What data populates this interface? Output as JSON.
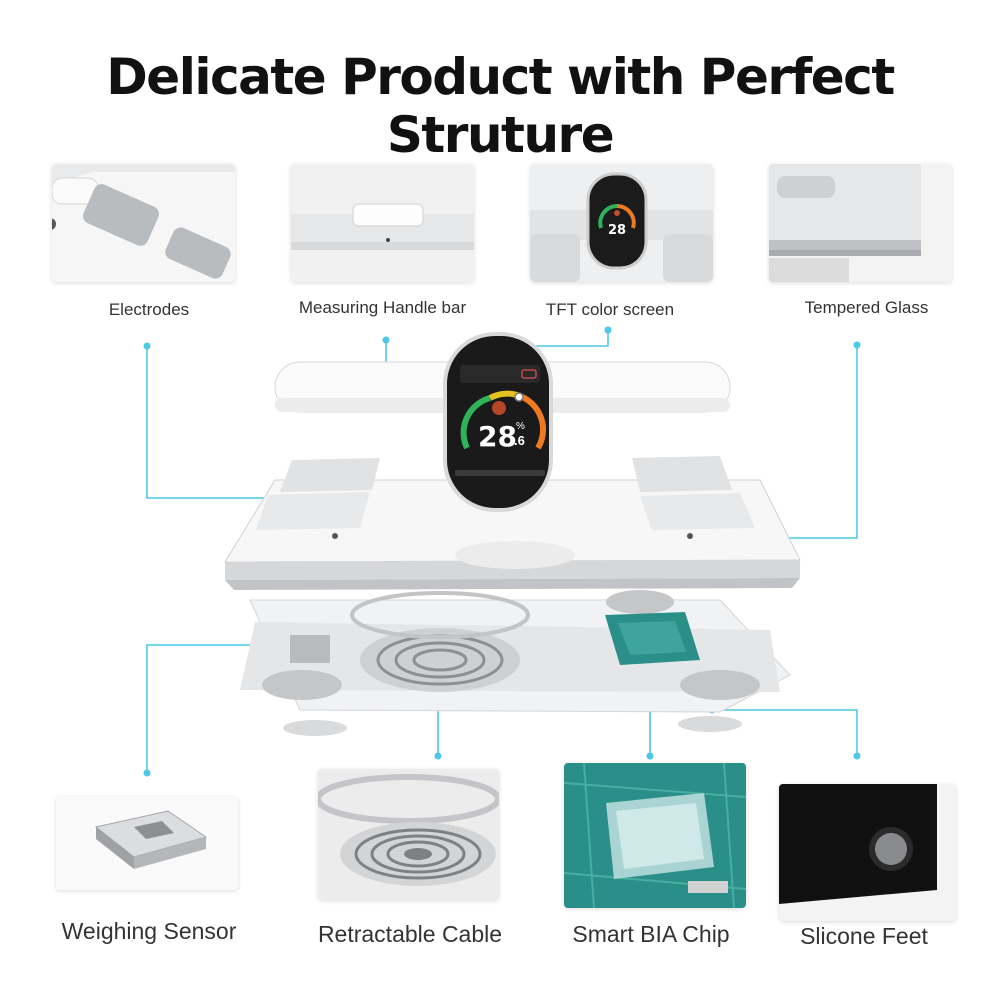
{
  "title": "Delicate Product with Perfect Struture",
  "features_top": [
    {
      "label": "Electrodes"
    },
    {
      "label": "Measuring Handle bar"
    },
    {
      "label": "TFT color screen"
    },
    {
      "label": "Tempered Glass"
    }
  ],
  "features_bottom": [
    {
      "label": "Weighing Sensor"
    },
    {
      "label": "Retractable Cable"
    },
    {
      "label": "Smart BIA Chip"
    },
    {
      "label": "Slicone Feet"
    }
  ],
  "display": {
    "reading_main": "28",
    "reading_unit": "%",
    "reading_decimal": ".6"
  },
  "colors": {
    "callout_line": "#4cc9e6",
    "gauge_green": "#2fb35a",
    "gauge_yellow": "#e2c21f",
    "gauge_orange": "#f07a22",
    "chip_teal": "#2a8f88"
  }
}
